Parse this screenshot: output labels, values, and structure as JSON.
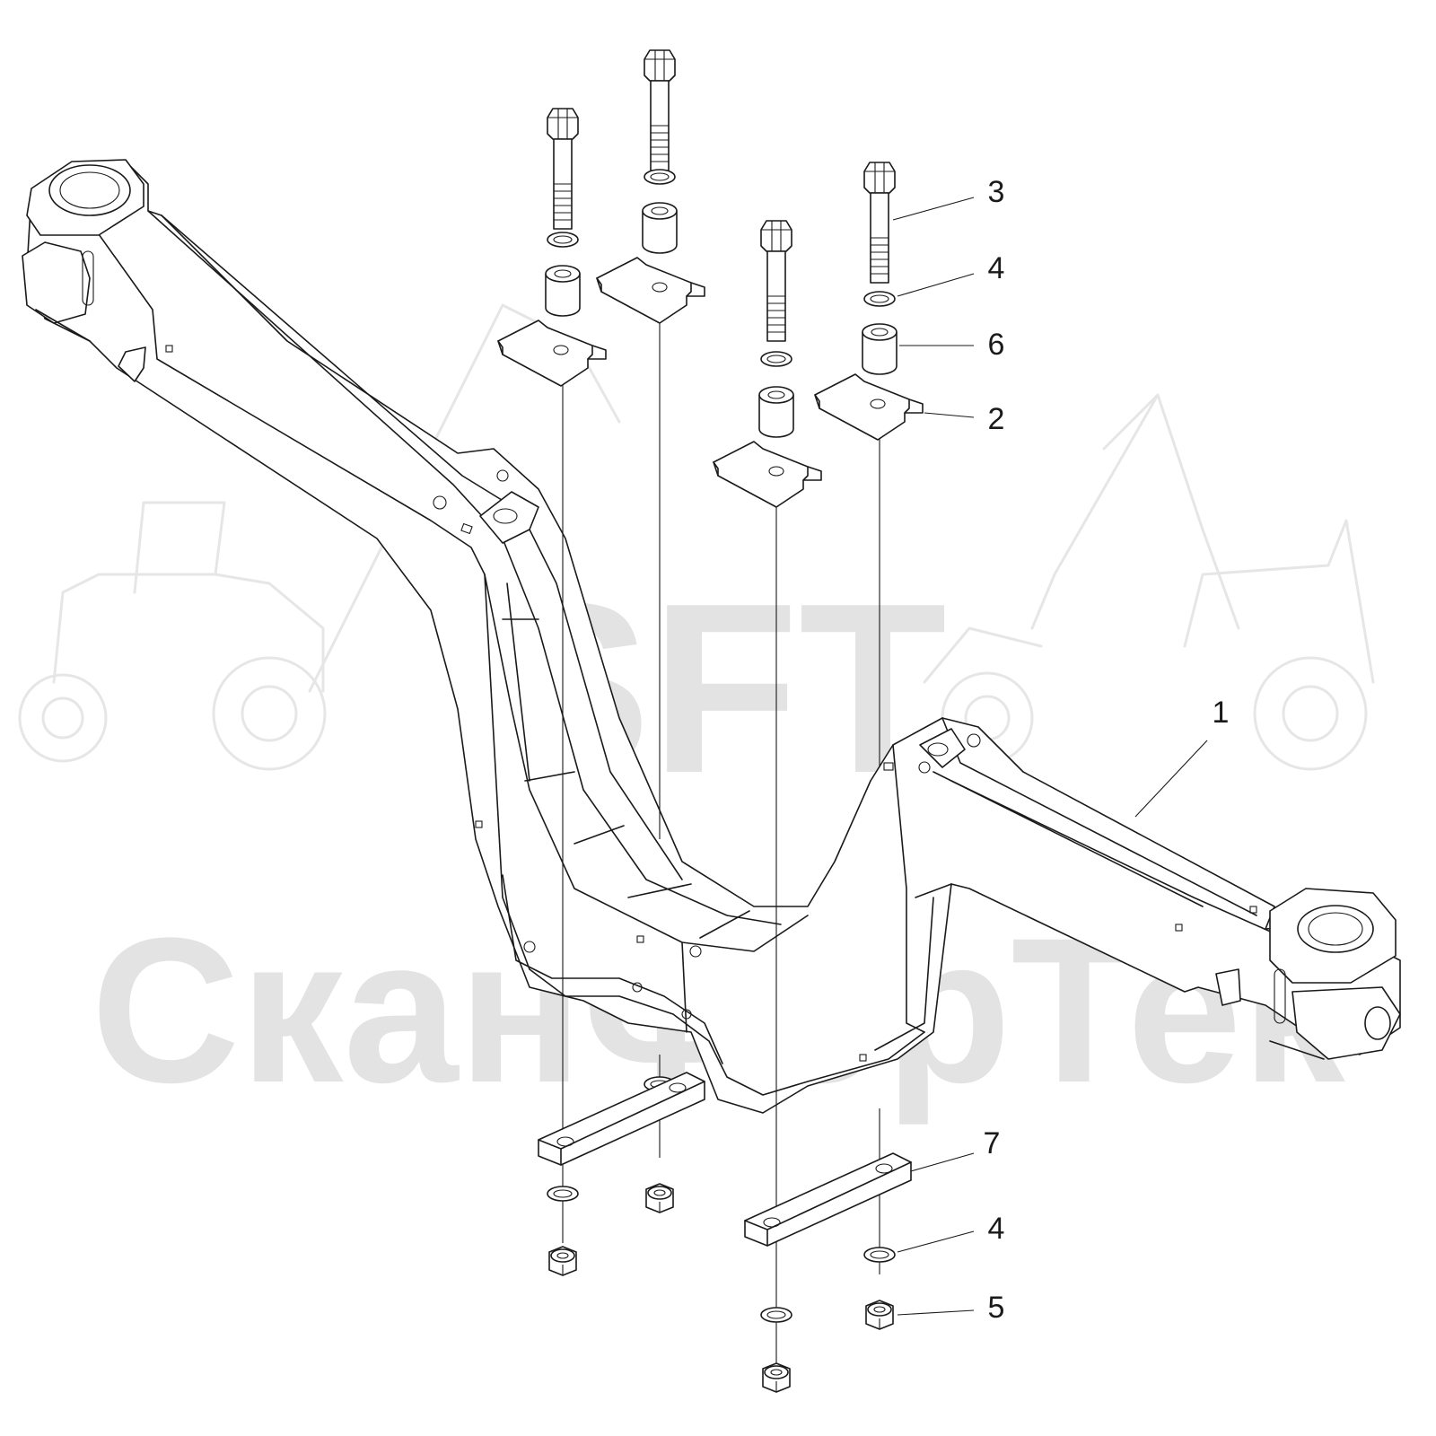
{
  "watermark": {
    "line1": "SFT",
    "line2": "СканФорТек"
  },
  "callouts": [
    {
      "id": "c1",
      "label": "1"
    },
    {
      "id": "c2",
      "label": "2"
    },
    {
      "id": "c3",
      "label": "3"
    },
    {
      "id": "c4a",
      "label": "4"
    },
    {
      "id": "c4b",
      "label": "4"
    },
    {
      "id": "c5",
      "label": "5"
    },
    {
      "id": "c6",
      "label": "6"
    },
    {
      "id": "c7",
      "label": "7"
    }
  ],
  "colors": {
    "line": "#1a1a1a",
    "watermark": "#e3e3e3",
    "background": "#ffffff"
  }
}
